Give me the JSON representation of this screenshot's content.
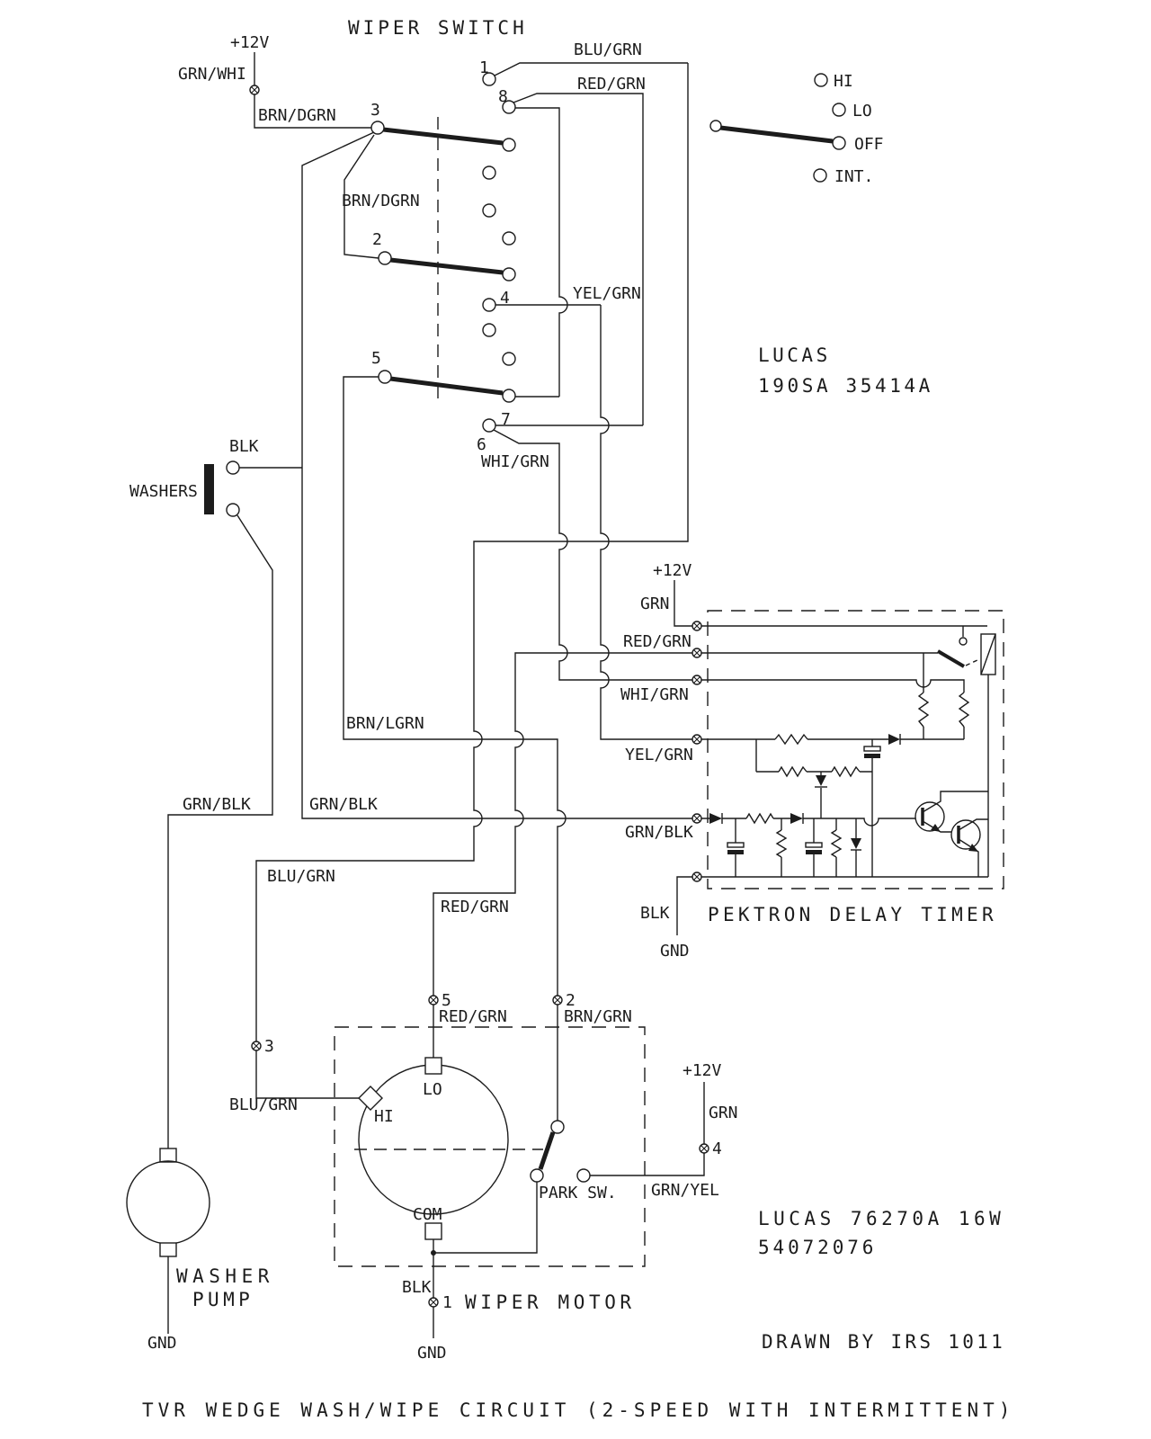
{
  "title": "TVR WEDGE WASH/WIPE CIRCUIT (2-SPEED WITH INTERMITTENT)",
  "colors": {
    "ink": "#1c1c1c",
    "background": "#ffffff"
  },
  "wiper_switch": {
    "title": "WIPER SWITCH",
    "supply": "+12V",
    "grn_whi": "GRN/WHI",
    "brn_dgrn_a": "BRN/DGRN",
    "brn_dgrn_b": "BRN/DGRN",
    "blu_grn": "BLU/GRN",
    "red_grn": "RED/GRN",
    "yel_grn": "YEL/GRN",
    "whi_grn": "WHI/GRN",
    "t1": "1",
    "t2": "2",
    "t3": "3",
    "t4": "4",
    "t5": "5",
    "t6": "6",
    "t7": "7",
    "t8": "8",
    "pos_hi": "HI",
    "pos_lo": "LO",
    "pos_off": "OFF",
    "pos_int": "INT.",
    "part_line1": "LUCAS",
    "part_line2": "190SA 35414A"
  },
  "washer": {
    "label": "WASHERS",
    "blk": "BLK",
    "grn_blk_left": "GRN/BLK",
    "grn_blk_right": "GRN/BLK",
    "pump_line1": "WASHER",
    "pump_line2": "PUMP",
    "gnd": "GND"
  },
  "mid_wires": {
    "brn_lgrn": "BRN/LGRN",
    "blu_grn": "BLU/GRN",
    "red_grn": "RED/GRN"
  },
  "timer": {
    "name": "PEKTRON DELAY TIMER",
    "supply": "+12V",
    "grn": "GRN",
    "red_grn": "RED/GRN",
    "whi_grn": "WHI/GRN",
    "yel_grn": "YEL/GRN",
    "grn_blk": "GRN/BLK",
    "blk": "BLK",
    "gnd": "GND"
  },
  "motor": {
    "name": "WIPER MOTOR",
    "t5": "5",
    "t5_wire": "RED/GRN",
    "t2": "2",
    "t2_wire": "BRN/GRN",
    "t3": "3",
    "t3_wire": "BLU/GRN",
    "t4": "4",
    "t4_wire": "GRN/YEL",
    "t1": "1",
    "t1_wire": "BLK",
    "lo": "LO",
    "hi": "HI",
    "com": "COM",
    "park": "PARK SW.",
    "supply": "+12V",
    "grn": "GRN",
    "gnd": "GND",
    "part_line1": "LUCAS 76270A 16W",
    "part_line2": "54072076"
  },
  "footer": {
    "drawn_by": "DRAWN BY IRS 1011"
  }
}
